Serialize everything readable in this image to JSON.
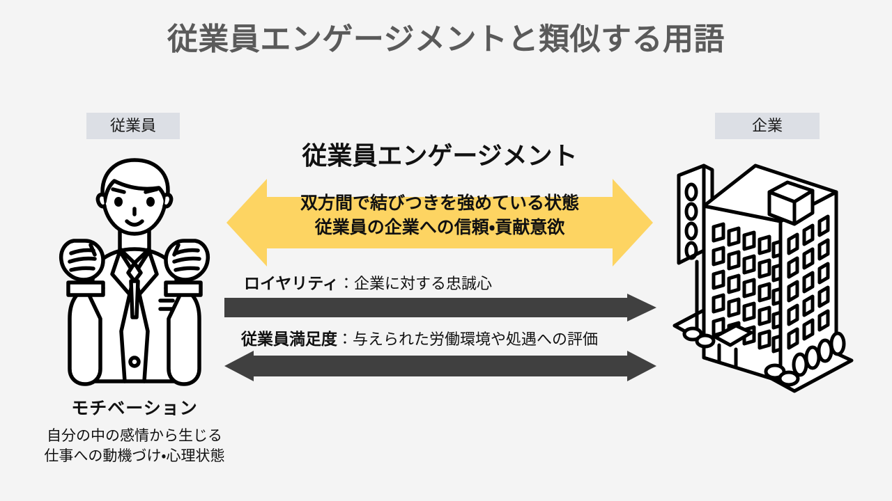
{
  "slide": {
    "title": "従業員エンゲージメントと類似する用語",
    "background_color": "#f4f4f4",
    "title_color": "#5a5a5a"
  },
  "left_side": {
    "pill_label": "従業員",
    "pill_background": "#dcdfe5",
    "illustration": "businessman-raising-fists-illustration",
    "caption_title": "モチベーション",
    "caption_desc_line1": "自分の中の感情から生じる",
    "caption_desc_line2": "仕事への動機づけ・心理状態"
  },
  "right_side": {
    "pill_label": "企業",
    "pill_background": "#dcdfe5",
    "illustration": "isometric-office-building-illustration"
  },
  "engagement": {
    "title": "従業員エンゲージメント",
    "line1": "双方間で結びつきを強めている状態",
    "line2": "従業員の企業への信頼・貢献意欲",
    "arrow_color": "#fdd462",
    "arrow_direction": "double"
  },
  "relations": [
    {
      "term": "ロイヤリティ",
      "separator": "：",
      "description": "企業に対する忠誠心",
      "arrow_color": "#404040",
      "arrow_direction": "right"
    },
    {
      "term": "従業員満足度",
      "separator": "：",
      "description": "与えられた労働環境や処遇への評価",
      "arrow_color": "#404040",
      "arrow_direction": "double"
    }
  ]
}
